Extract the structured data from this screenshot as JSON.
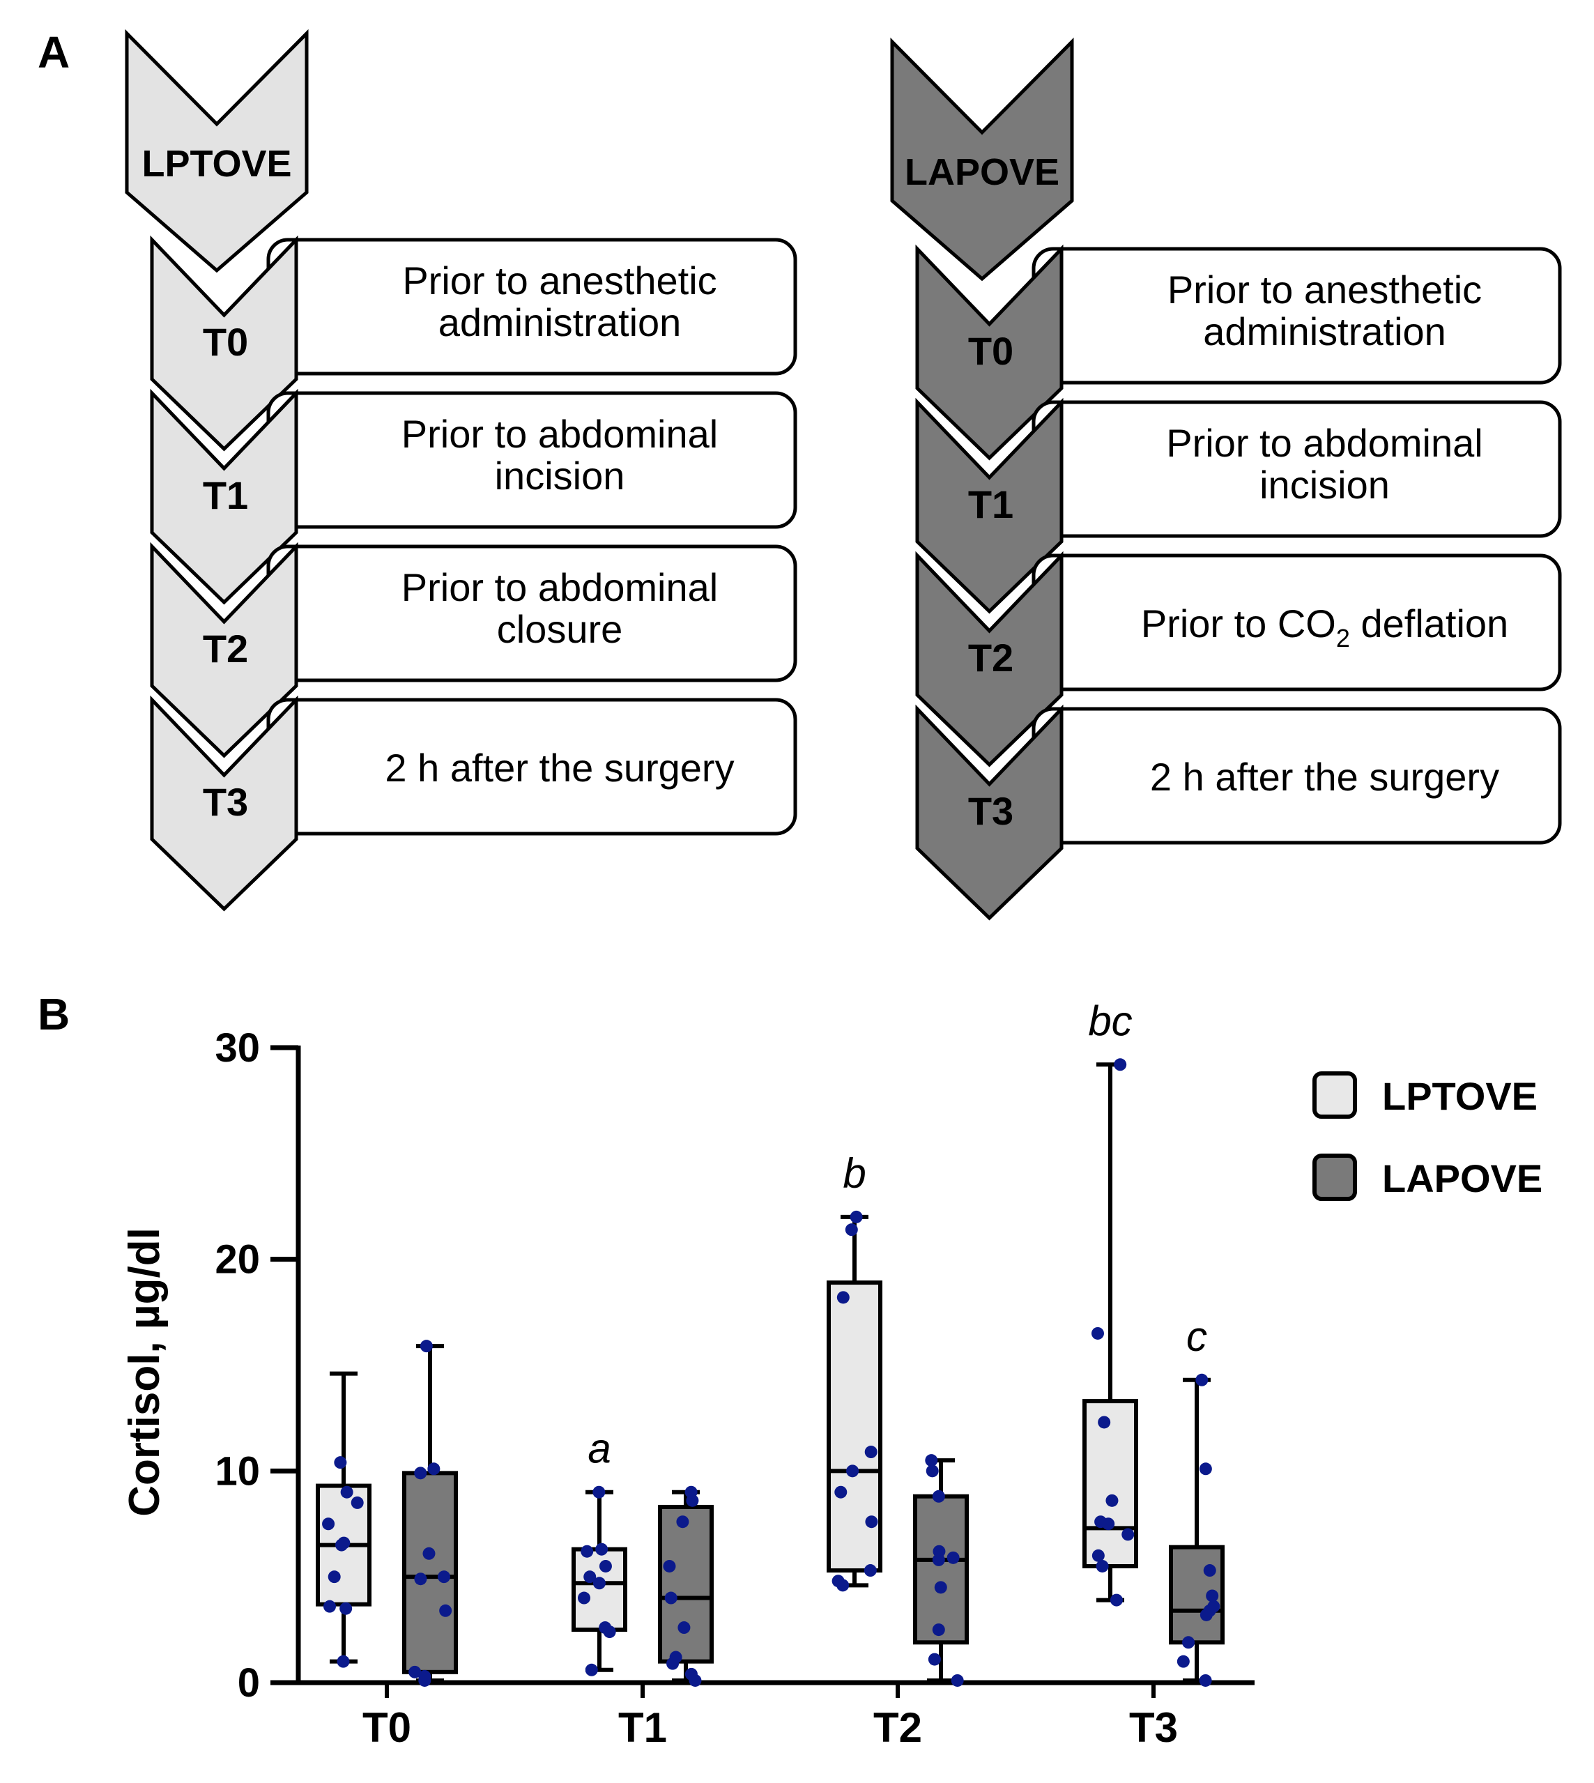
{
  "panel_labels": {
    "a": "A",
    "b": "B"
  },
  "protocols": [
    {
      "name": "LPTOVE",
      "fill": "#e3e3e3",
      "steps": [
        {
          "label": "T0",
          "lines": [
            "Prior to anesthetic",
            "administration"
          ]
        },
        {
          "label": "T1",
          "lines": [
            "Prior to abdominal",
            "incision"
          ]
        },
        {
          "label": "T2",
          "lines": [
            "Prior to abdominal",
            "closure"
          ]
        },
        {
          "label": "T3",
          "lines": [
            "2 h after the surgery"
          ]
        }
      ]
    },
    {
      "name": "LAPOVE",
      "fill": "#7a7a7a",
      "steps": [
        {
          "label": "T0",
          "lines": [
            "Prior to anesthetic",
            "administration"
          ]
        },
        {
          "label": "T1",
          "lines": [
            "Prior to abdominal",
            "incision"
          ]
        },
        {
          "label": "T2",
          "lines": [
            "Prior to CO",
            "2",
            " deflation"
          ],
          "subscript": true
        },
        {
          "label": "T3",
          "lines": [
            "2 h after the surgery"
          ]
        }
      ]
    }
  ],
  "chart_data": {
    "type": "box",
    "title": "",
    "xlabel": "",
    "ylabel": "Cortisol, µg/dl",
    "ylim": [
      0,
      30
    ],
    "yticks": [
      0,
      10,
      20,
      30
    ],
    "categories": [
      "T0",
      "T1",
      "T2",
      "T3"
    ],
    "legend_position": "top-right",
    "point_color": "#0b1a8c",
    "series": [
      {
        "name": "LPTOVE",
        "color": "#e8e8e8",
        "boxes": [
          {
            "min": 1.0,
            "q1": 3.7,
            "median": 6.5,
            "q3": 9.3,
            "max": 14.6,
            "label": "",
            "points": [
              1.0,
              3.5,
              3.6,
              5.0,
              6.5,
              6.6,
              7.5,
              8.5,
              9.0,
              10.4
            ]
          },
          {
            "min": 0.6,
            "q1": 2.5,
            "median": 4.7,
            "q3": 6.3,
            "max": 9.0,
            "label": "a",
            "points": [
              0.6,
              2.4,
              2.6,
              4.0,
              4.7,
              5.0,
              5.5,
              6.2,
              6.3,
              9.0
            ]
          },
          {
            "min": 4.6,
            "q1": 5.3,
            "median": 10.0,
            "q3": 18.9,
            "max": 22.0,
            "label": "b",
            "points": [
              4.6,
              4.8,
              5.3,
              7.6,
              9.0,
              10.0,
              10.9,
              18.2,
              21.4,
              22.0
            ]
          },
          {
            "min": 3.9,
            "q1": 5.5,
            "median": 7.3,
            "q3": 13.3,
            "max": 29.2,
            "label": "bc",
            "points": [
              3.9,
              5.5,
              6.0,
              7.0,
              7.5,
              7.6,
              8.6,
              12.3,
              16.5,
              29.2
            ]
          }
        ]
      },
      {
        "name": "LAPOVE",
        "color": "#7a7a7a",
        "boxes": [
          {
            "min": 0.1,
            "q1": 0.5,
            "median": 5.0,
            "q3": 9.9,
            "max": 15.9,
            "label": "",
            "points": [
              0.1,
              0.3,
              0.5,
              3.4,
              4.9,
              5.0,
              6.1,
              9.9,
              10.1,
              15.9
            ]
          },
          {
            "min": 0.1,
            "q1": 1.0,
            "median": 4.0,
            "q3": 8.3,
            "max": 9.0,
            "label": "",
            "points": [
              0.1,
              0.4,
              0.9,
              1.2,
              2.6,
              4.0,
              5.5,
              7.6,
              8.6,
              9.0
            ]
          },
          {
            "min": 0.1,
            "q1": 1.9,
            "median": 5.8,
            "q3": 8.8,
            "max": 10.5,
            "label": "",
            "points": [
              0.1,
              1.1,
              2.5,
              4.5,
              5.8,
              5.9,
              6.2,
              8.8,
              10.0,
              10.5
            ]
          },
          {
            "min": 0.1,
            "q1": 1.9,
            "median": 3.4,
            "q3": 6.4,
            "max": 14.3,
            "label": "c",
            "points": [
              0.1,
              1.0,
              1.9,
              3.2,
              3.4,
              3.6,
              4.1,
              5.3,
              10.1,
              14.3
            ]
          }
        ]
      }
    ]
  }
}
